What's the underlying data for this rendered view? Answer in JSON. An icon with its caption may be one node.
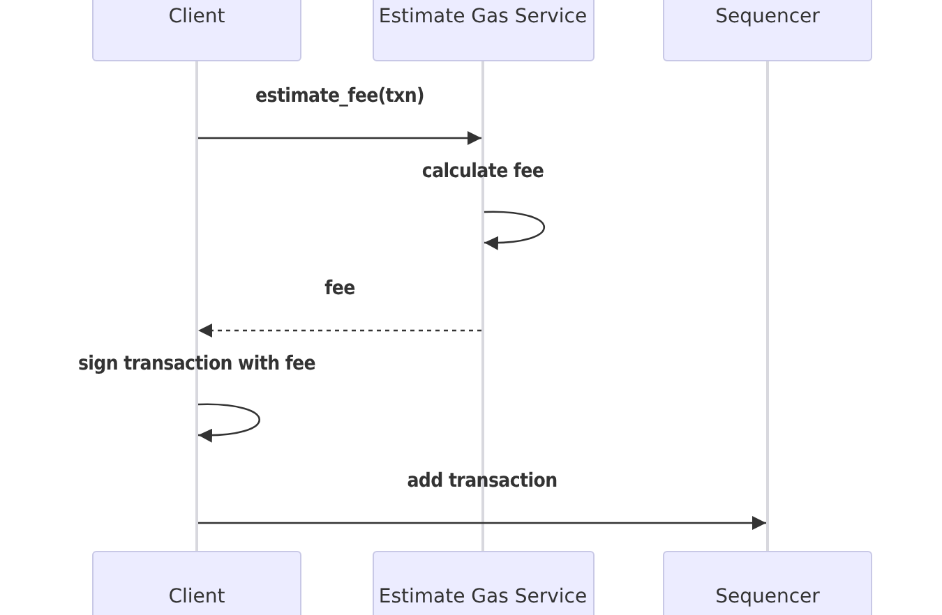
{
  "diagram": {
    "nodes": [
      {
        "text": [
          "Client"
        ]
      },
      {
        "text": [
          "Estimate Gas Service"
        ]
      },
      {
        "text": [
          "Sequencer"
        ]
      },
      {
        "text": [
          "Client"
        ]
      },
      {
        "text": [
          "Estimate Gas Service"
        ]
      },
      {
        "text": [
          "Sequencer"
        ]
      },
      {
        "text": [],
        "shape": "bar"
      },
      {
        "text": [],
        "shape": "bar"
      },
      {
        "text": [],
        "shape": "bar"
      }
    ],
    "edges": [
      {
        "from": 6,
        "to": 7,
        "arrow": "to",
        "label": "estimate_fee(txn)"
      },
      {
        "from": 7,
        "to": 7,
        "arrow": "to",
        "label": "calculate fee"
      },
      {
        "from": 7,
        "to": 6,
        "arrow": "to",
        "label": "fee",
        "style": "dashed"
      },
      {
        "from": 6,
        "to": 6,
        "arrow": "to",
        "label": "sign transaction with fee"
      },
      {
        "from": 6,
        "to": 8,
        "arrow": "to",
        "label": "add transaction"
      }
    ]
  }
}
